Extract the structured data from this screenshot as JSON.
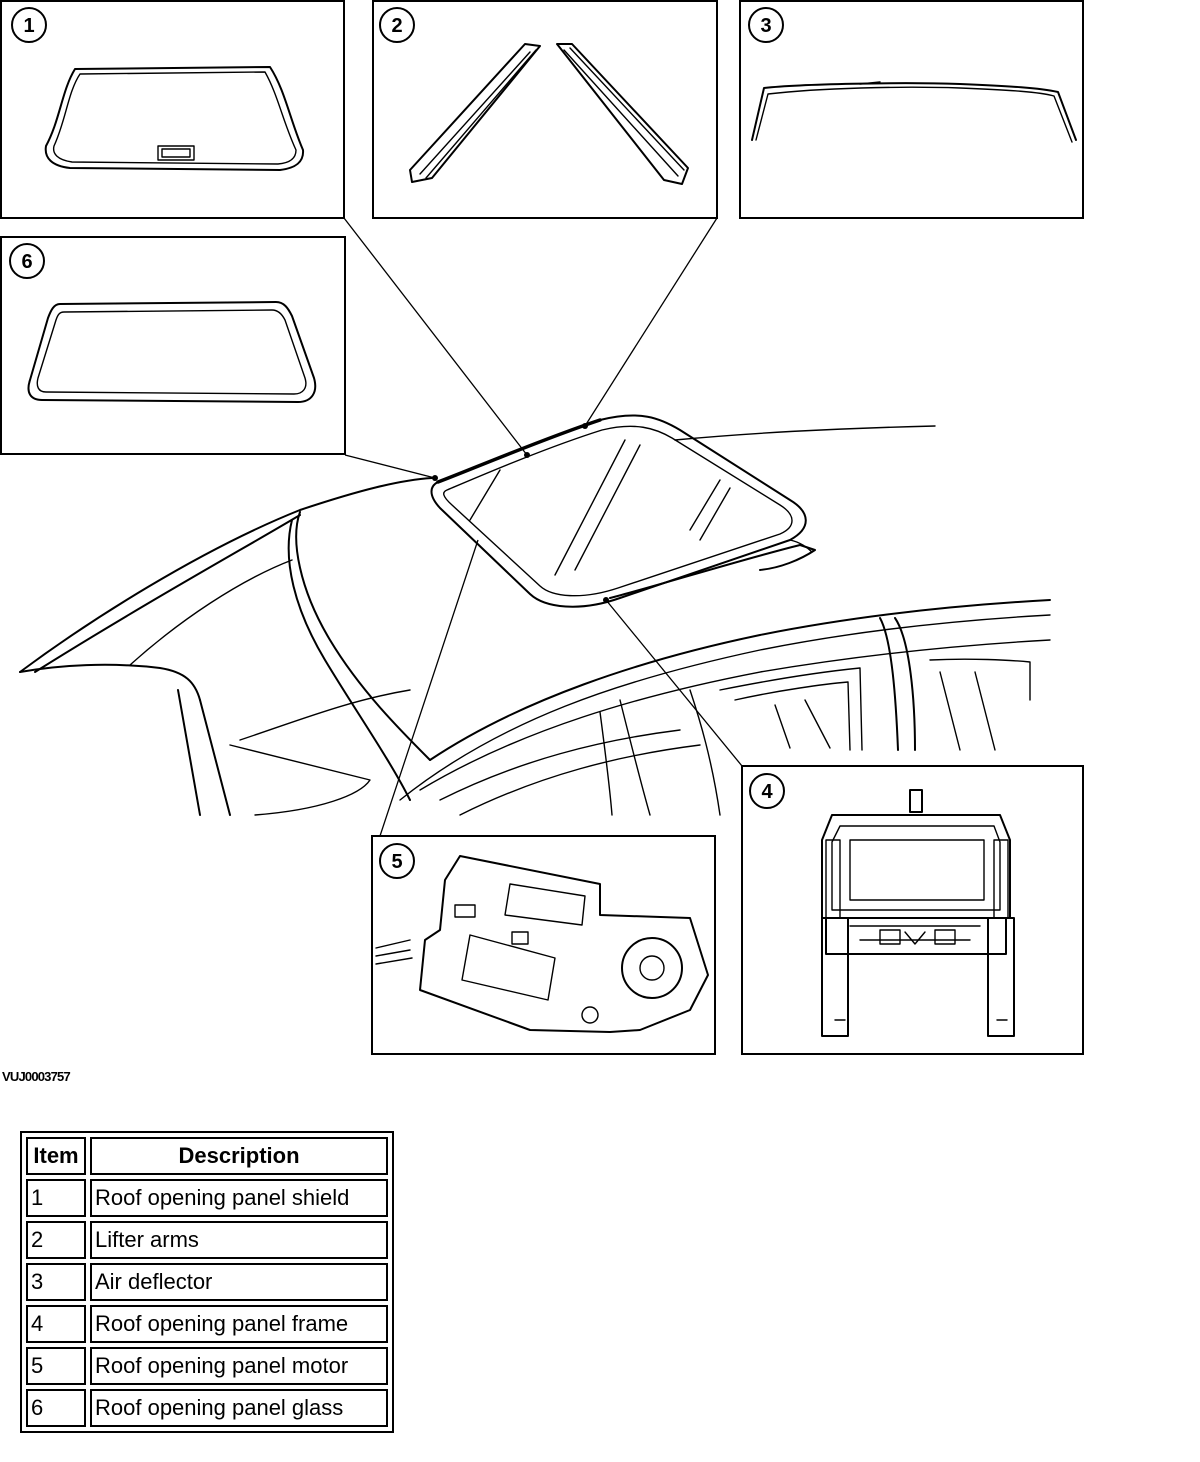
{
  "figure": {
    "reference_code": "VUJ0003757",
    "callouts": [
      {
        "number": "1",
        "part": "roof-opening-panel-shield"
      },
      {
        "number": "2",
        "part": "lifter-arms"
      },
      {
        "number": "3",
        "part": "air-deflector"
      },
      {
        "number": "4",
        "part": "roof-opening-panel-frame"
      },
      {
        "number": "5",
        "part": "roof-opening-panel-motor"
      },
      {
        "number": "6",
        "part": "roof-opening-panel-glass"
      }
    ]
  },
  "legend": {
    "header_item": "Item",
    "header_description": "Description",
    "rows": [
      {
        "item": "1",
        "description": "Roof opening panel shield"
      },
      {
        "item": "2",
        "description": "Lifter arms"
      },
      {
        "item": "3",
        "description": "Air deflector"
      },
      {
        "item": "4",
        "description": "Roof opening panel frame"
      },
      {
        "item": "5",
        "description": "Roof opening panel motor"
      },
      {
        "item": "6",
        "description": "Roof opening panel glass"
      }
    ]
  }
}
